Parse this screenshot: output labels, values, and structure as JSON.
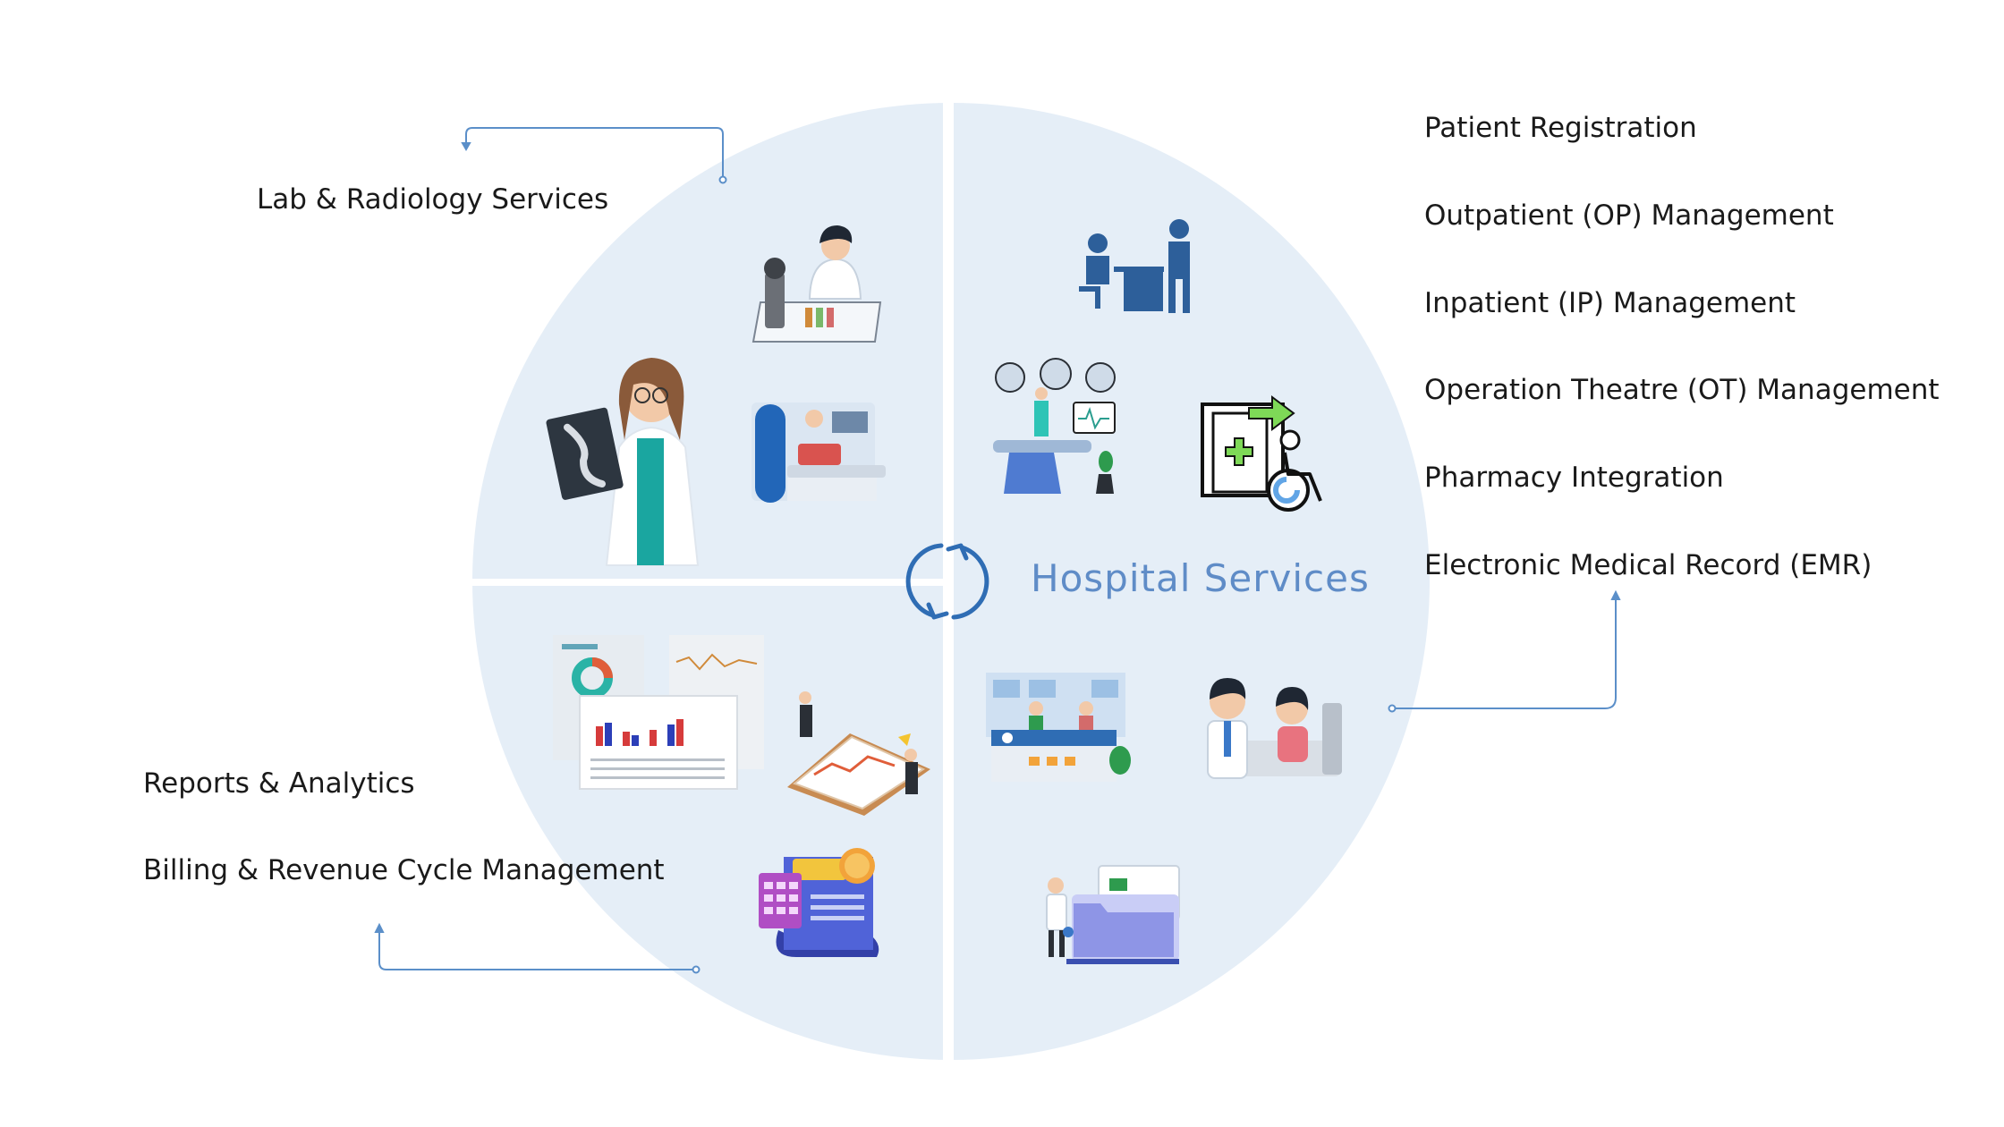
{
  "diagram": {
    "center_title": "Hospital Services",
    "services_right": [
      "Patient Registration",
      "Outpatient (OP) Management",
      "Inpatient (IP) Management",
      "Operation Theatre (OT) Management",
      "Pharmacy Integration",
      "Electronic Medical Record (EMR)"
    ],
    "services_top_left": [
      "Lab & Radiology Services"
    ],
    "services_bottom_left": [
      "Reports & Analytics",
      "Billing & Revenue Cycle Management"
    ],
    "icons": [
      "lab-technician-microscope-icon",
      "radiologist-xray-icon",
      "mri-scanner-icon",
      "patient-registration-desk-icon",
      "operation-theatre-icon",
      "wheelchair-door-icon",
      "analytics-reports-icon",
      "business-chart-clipboard-icon",
      "bill-calculator-icon",
      "pharmacy-counter-icon",
      "doctor-patient-bed-icon",
      "doctor-medical-records-folder-icon",
      "cycle-arrows-icon"
    ],
    "colors": {
      "circle_fill": "#e5eef7",
      "title": "#5f8cc7",
      "connector": "#5b8fc9",
      "cycle_arrows": "#2f6db4"
    }
  }
}
